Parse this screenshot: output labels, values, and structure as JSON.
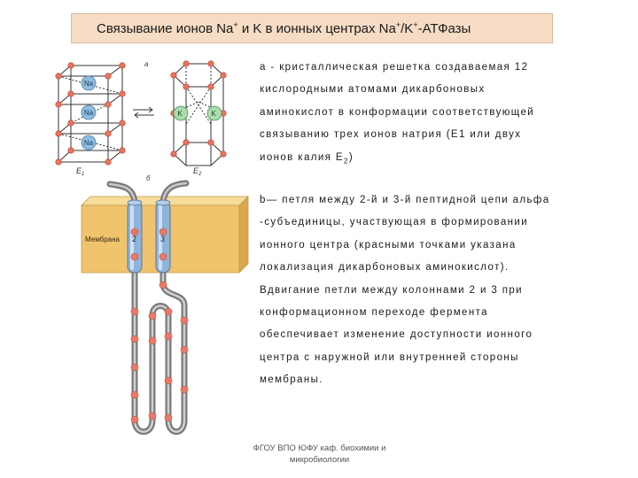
{
  "title": {
    "prefix": "Связывание ионов Na",
    "sup1": "+",
    "mid1": " и K  в ионных центрах Na",
    "sup2": "+",
    "mid2": "/K",
    "sup3": "+",
    "suffix": "-АТФазы"
  },
  "figure_a": {
    "panel_label": "а",
    "na_labels": [
      "Na",
      "Na",
      "Na"
    ],
    "k_labels": [
      "K",
      "K"
    ],
    "e1_label": "E",
    "e1_sub": "1",
    "e2_label": "E",
    "e2_sub": "2",
    "colors": {
      "na_ion": "#8fbde0",
      "k_ion": "#a8dcae",
      "oxygen": "#e8735f"
    }
  },
  "figure_b": {
    "panel_label": "б",
    "membrane_label": "Мембрана",
    "column_2_label": "2",
    "column_3_label": "3",
    "colors": {
      "membrane": "#f0c36d",
      "column": "#8fb4dc",
      "chain": "#8c8c8c",
      "carboxyl": "#ea7a68"
    }
  },
  "description_a": {
    "lines": [
      "а - кристаллическая решетка создаваемая 12",
      "кислородными атомами дикарбоновых",
      "аминокислот в конформации соответствующей",
      "связыванию трех ионов натрия (E1 или двух"
    ],
    "last_line_prefix": "ионов калия E",
    "last_line_sub": "2",
    "last_line_suffix": ")"
  },
  "description_b": {
    "lines": [
      " b— петля между 2-й и 3-й пептидной цепи альфа",
      "-субъединицы, участвующая в формировании",
      "ионного центра (красными точками указана",
      "локализация дикарбоновых аминокислот).",
      "Вдвигание петли между колоннами 2 и 3 при",
      "конформационном переходе фермента",
      "обеспечивает изменение доступности ионного",
      "центра с наружной или внутренней стороны",
      "мембраны."
    ]
  },
  "footer": {
    "line1": "ФГОУ ВПО ЮФУ  каф. биохимии и",
    "line2": "микробиологии"
  }
}
